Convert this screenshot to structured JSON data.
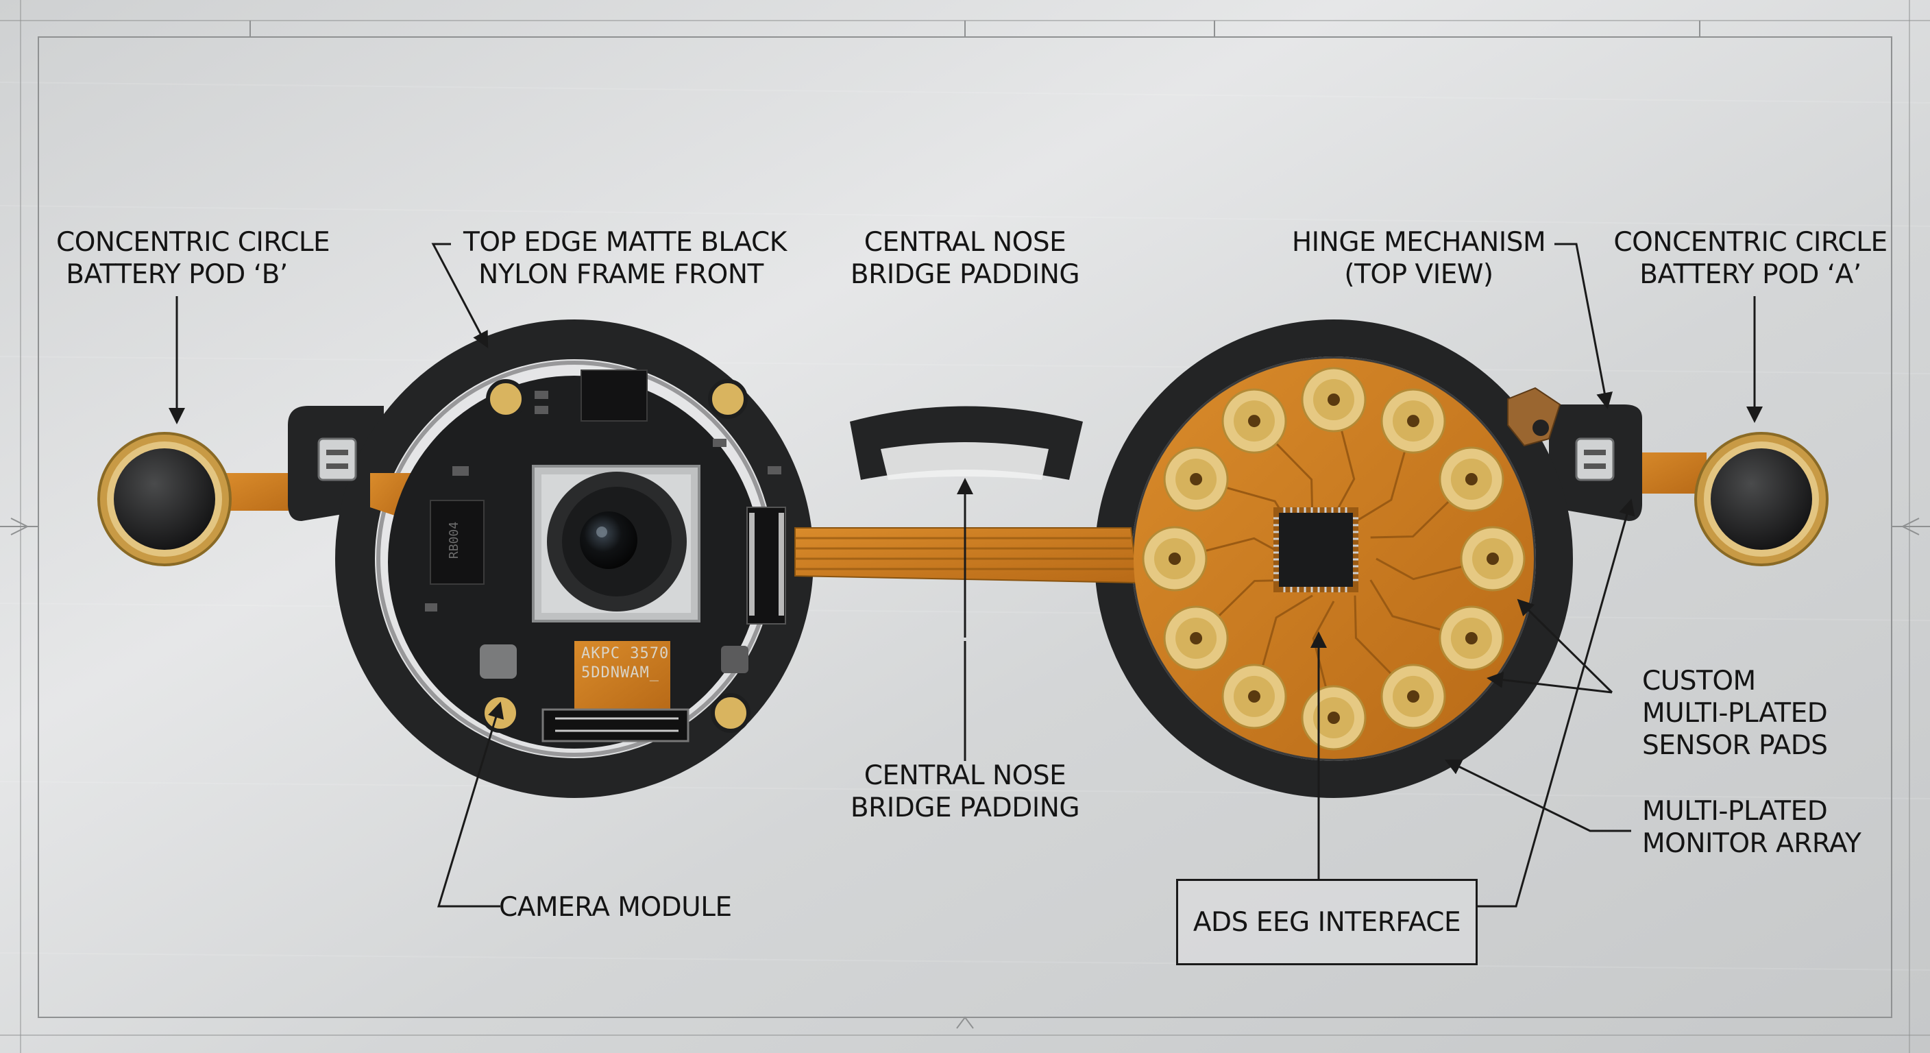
{
  "labels": {
    "battery_b": [
      "CONCENTRIC CIRCLE",
      "BATTERY POD ‘B’"
    ],
    "frame_front": [
      "TOP EDGE MATTE BLACK",
      "NYLON FRAME FRONT"
    ],
    "nose_bridge_top": [
      "CENTRAL NOSE",
      "BRIDGE PADDING"
    ],
    "hinge": [
      "HINGE MECHANISM",
      "(TOP VIEW)"
    ],
    "battery_a": [
      "CONCENTRIC CIRCLE",
      "BATTERY POD ‘A’"
    ],
    "sensor_pads": [
      "CUSTOM",
      "MULTI-PLATED",
      "SENSOR PADS"
    ],
    "nose_bridge_bottom": [
      "CENTRAL NOSE",
      "BRIDGE PADDING"
    ],
    "monitor_array": [
      "MULTI-PLATED",
      "MONITOR ARRAY"
    ],
    "camera_module": "CAMERA MODULE",
    "eeg_interface": "ADS EEG INTERFACE"
  },
  "component_markings": {
    "camera_chip": [
      "AKPC 3570",
      "5DDNWAM_"
    ],
    "pcb_silkscreen": "RB004"
  },
  "colors": {
    "background": "#d9dbdc",
    "frame": "#232425",
    "pcb_black": "#1d1e1f",
    "flex_copper": "#c77a1f",
    "gold_pad": "#d9b45f",
    "label_text": "#141414",
    "leader_line": "#1a1a1a"
  }
}
